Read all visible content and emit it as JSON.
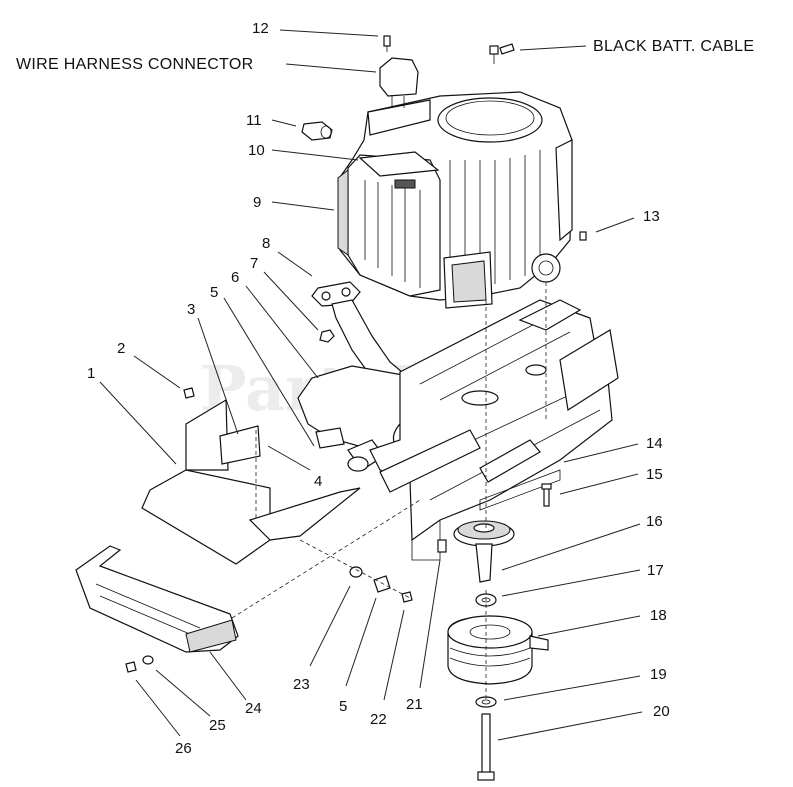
{
  "labels": {
    "wire_harness": "WIRE HARNESS CONNECTOR",
    "black_batt": "BLACK BATT. CABLE"
  },
  "callouts": [
    "12",
    "11",
    "10",
    "9",
    "8",
    "7",
    "6",
    "5",
    "3",
    "2",
    "1",
    "4",
    "13",
    "14",
    "15",
    "16",
    "17",
    "18",
    "19",
    "20",
    "23",
    "5",
    "22",
    "21",
    "24",
    "25",
    "26"
  ],
  "watermark": "PartsTree",
  "watermark_tm": "™"
}
